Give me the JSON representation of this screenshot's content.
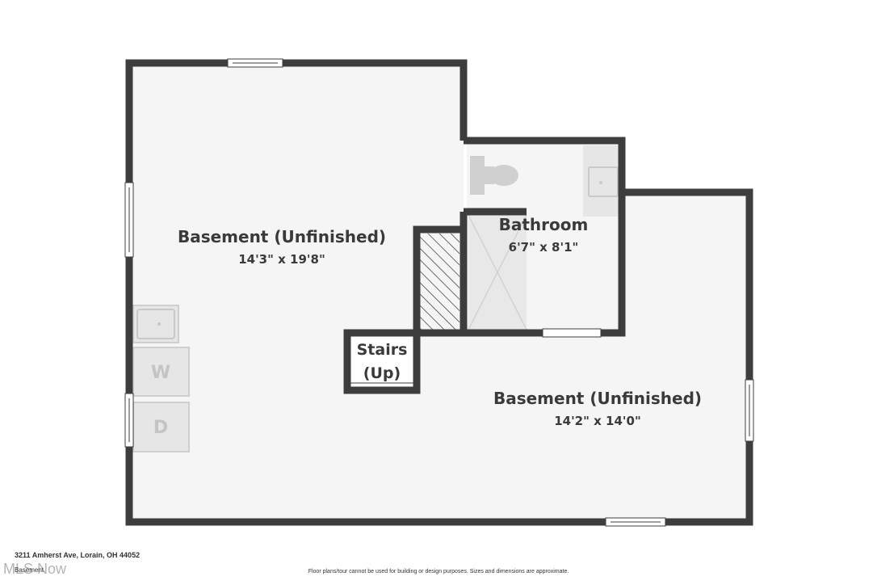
{
  "rooms": [
    {
      "name": "Basement (Unfinished)",
      "dimensions": "14'3\" x 19'8\""
    },
    {
      "name": "Bathroom",
      "dimensions": "6'7\" x 8'1\""
    },
    {
      "name": "Basement (Unfinished)",
      "dimensions": "14'2\" x 14'0\""
    }
  ],
  "stairs": {
    "line1": "Stairs",
    "line2": "(Up)"
  },
  "appliances": {
    "washer": "W",
    "dryer": "D"
  },
  "footer": {
    "address": "3211 Amherst Ave, Lorain, OH 44052",
    "level": "Basement",
    "watermark": "MLS Now",
    "disclaimer": "Floor plans/tour cannot be used for building or design purposes. Sizes and dimensions are approximate."
  },
  "colors": {
    "wall": "#3d3d3d",
    "floor": "#f5f5f5",
    "fixture": "#e6e6e6"
  }
}
